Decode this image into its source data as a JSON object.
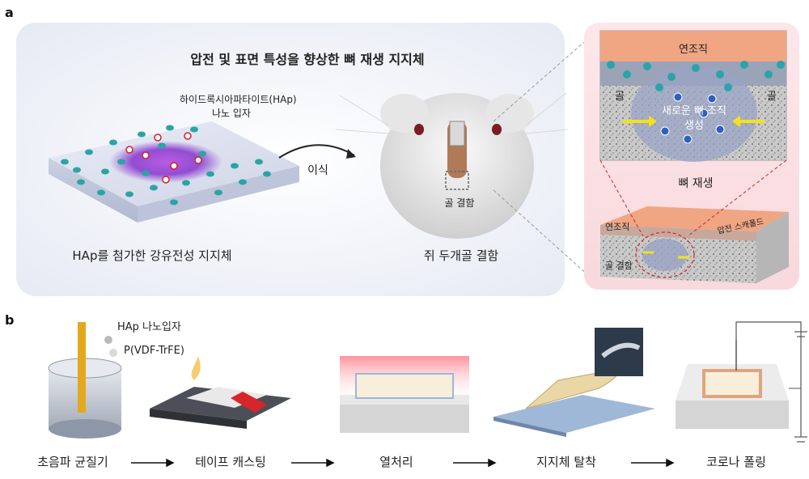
{
  "panel_a": {
    "letter": "a",
    "title": "압전 및 표면 특성을 향상한 뼈 재생 지지체",
    "hap_label_line1": "하이드록시아파타이트(HAp)",
    "hap_label_line2": "나노 입자",
    "scaffold_caption": "HAp를 첨가한 강유전성 지지체",
    "arrow_label": "이식",
    "defect_label": "골 결함",
    "rat_caption": "쥐 두개골 결함",
    "inset": {
      "soft_tissue": "연조직",
      "bone_left": "골",
      "bone_right": "골",
      "new_bone_line1": "새로운 뼈 조직",
      "new_bone_line2": "생성",
      "regeneration": "뼈 재생",
      "soft_tissue_small": "연조직",
      "scaffold_small": "압전 스캐폴드",
      "defect_small": "골 결함"
    }
  },
  "panel_b": {
    "letter": "b",
    "hap_np": "HAp 나노입자",
    "polymer": "P(VDF-TrFE)",
    "steps": [
      "초음파 균질기",
      "테이프 캐스팅",
      "열처리",
      "지지체 탈착",
      "코로나 폴링"
    ]
  },
  "colors": {
    "panel_bg": "#eef1f8",
    "inset_bg": "#fbe3e6",
    "soft_tissue": "#f0a583",
    "particle": "#2aa4a6",
    "cell": "#8b3bd1",
    "indicator": "#f4e21a",
    "dashed": "#d81f26"
  }
}
